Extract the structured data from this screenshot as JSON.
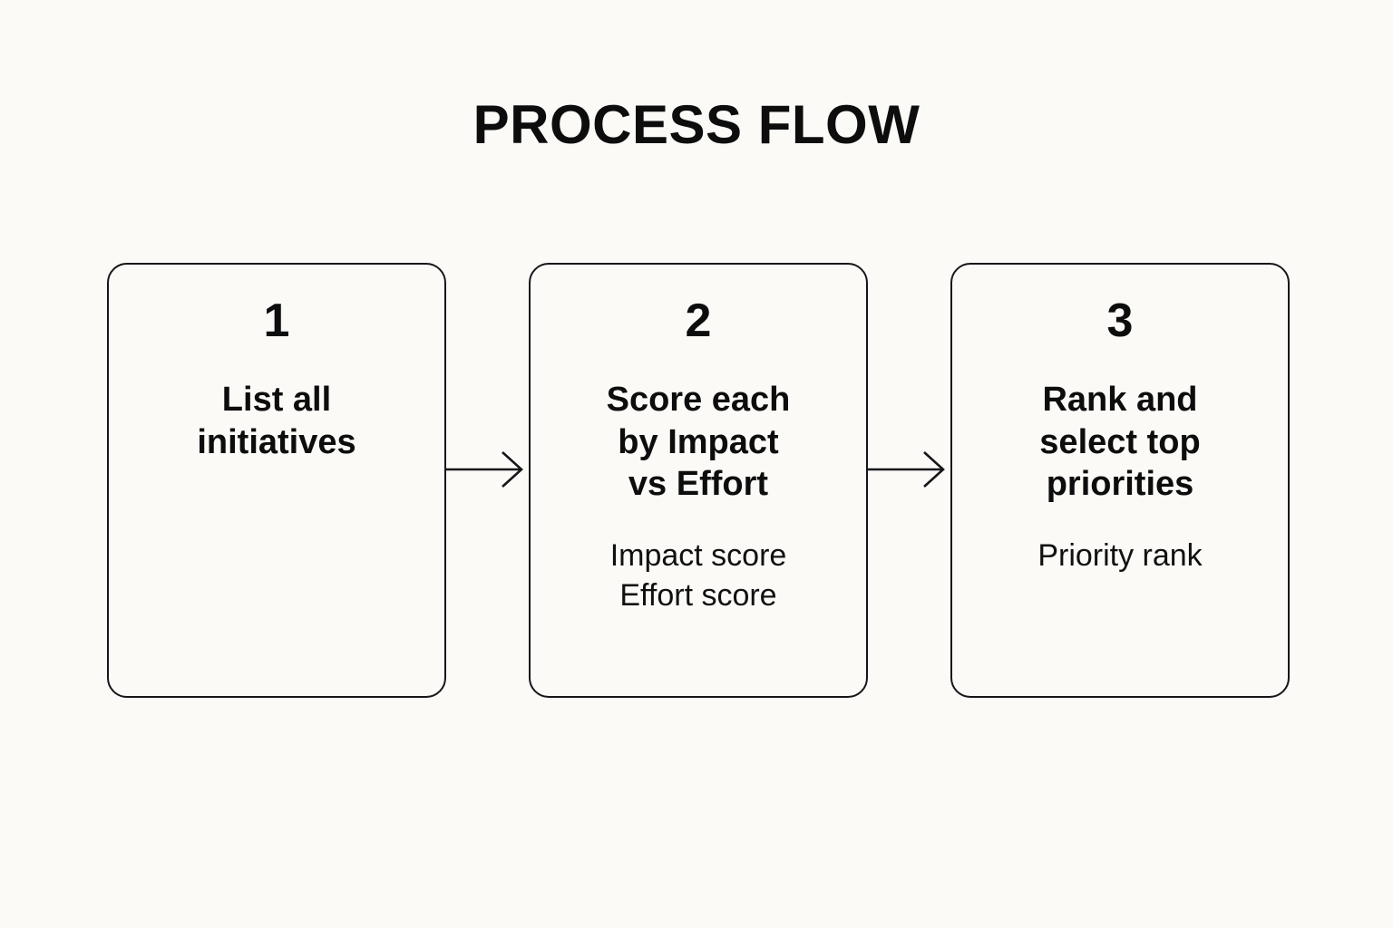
{
  "diagram": {
    "title": "PROCESS FLOW",
    "type": "process-flow",
    "background_color": "#FBFAF7",
    "stroke_color": "#16161A",
    "text_color": "#0D0D0D",
    "steps": [
      {
        "number": "1",
        "label": "List all\ninitiatives",
        "subitems": []
      },
      {
        "number": "2",
        "label": "Score each\nby Impact\nvs Effort",
        "subitems": [
          "Impact score",
          "Effort score"
        ]
      },
      {
        "number": "3",
        "label": "Rank and\nselect top\npriorities",
        "subitems": [
          "Priority rank"
        ]
      }
    ],
    "connectors": [
      {
        "from": "1",
        "to": "2",
        "glyph": "arrow-right"
      },
      {
        "from": "2",
        "to": "3",
        "glyph": "arrow-right"
      }
    ]
  }
}
